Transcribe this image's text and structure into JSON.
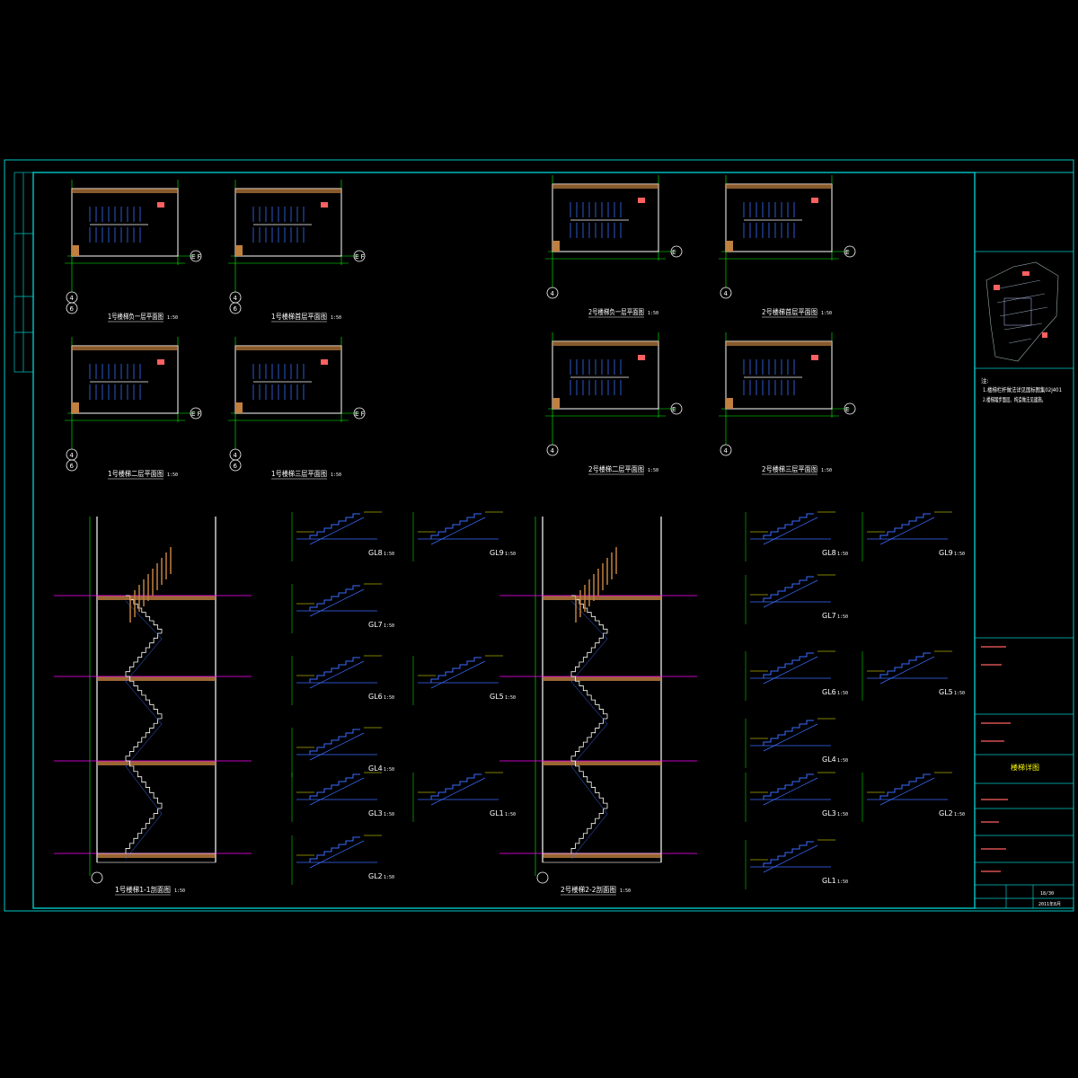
{
  "colors": {
    "background": "#000000",
    "frame": "#00c8c8",
    "wall": "#ffffff",
    "stair": "#3a6dff",
    "grid": "#00ff00",
    "axis": "#ff00ff",
    "hatch": "#c08040",
    "accent": "#ff6060",
    "level": "#ffff00"
  },
  "plans": [
    {
      "title": "1号楼梯负一层平面图",
      "scale": "1:50",
      "axis_a": "4",
      "axis_b": "6",
      "right": "E F"
    },
    {
      "title": "1号楼梯首层平面图",
      "scale": "1:50",
      "axis_a": "4",
      "axis_b": "6",
      "right": "E F"
    },
    {
      "title": "1号楼梯二层平面图",
      "scale": "1:50",
      "axis_a": "4",
      "axis_b": "6",
      "right": "E F"
    },
    {
      "title": "1号楼梯三层平面图",
      "scale": "1:50",
      "axis_a": "4",
      "axis_b": "6",
      "right": "E F"
    },
    {
      "title": "2号楼梯负一层平面图",
      "scale": "1:50",
      "axis_a": "4",
      "axis_b": "",
      "right": "E"
    },
    {
      "title": "2号楼梯首层平面图",
      "scale": "1:50",
      "axis_a": "4",
      "axis_b": "",
      "right": "E"
    },
    {
      "title": "2号楼梯二层平面图",
      "scale": "1:50",
      "axis_a": "4",
      "axis_b": "",
      "right": "E"
    },
    {
      "title": "2号楼梯三层平面图",
      "scale": "1:50",
      "axis_a": "4",
      "axis_b": "",
      "right": "E"
    }
  ],
  "sections": [
    {
      "title": "1号楼梯1-1剖面图",
      "scale": "1:50"
    },
    {
      "title": "2号楼梯2-2剖面图",
      "scale": "1:50"
    }
  ],
  "stair_details": [
    {
      "id": "GL8",
      "scale": "1:50"
    },
    {
      "id": "GL9",
      "scale": "1:50"
    },
    {
      "id": "GL7",
      "scale": "1:50"
    },
    {
      "id": "GL6",
      "scale": "1:50"
    },
    {
      "id": "GL5",
      "scale": "1:50"
    },
    {
      "id": "GL4",
      "scale": "1:50"
    },
    {
      "id": "GL3",
      "scale": "1:50"
    },
    {
      "id": "GL2",
      "scale": "1:50"
    },
    {
      "id": "GL1",
      "scale": "1:50"
    }
  ],
  "notes": {
    "header": "注:",
    "line1": "1.楼梯栏杆做法详见国标图集02J401",
    "line2": "2.楼梯踏步面层、构造做法见建施。"
  },
  "titleblock": {
    "drawing_name": "楼梯详图",
    "sheet_no": "18/30",
    "date": "2011年8月"
  }
}
